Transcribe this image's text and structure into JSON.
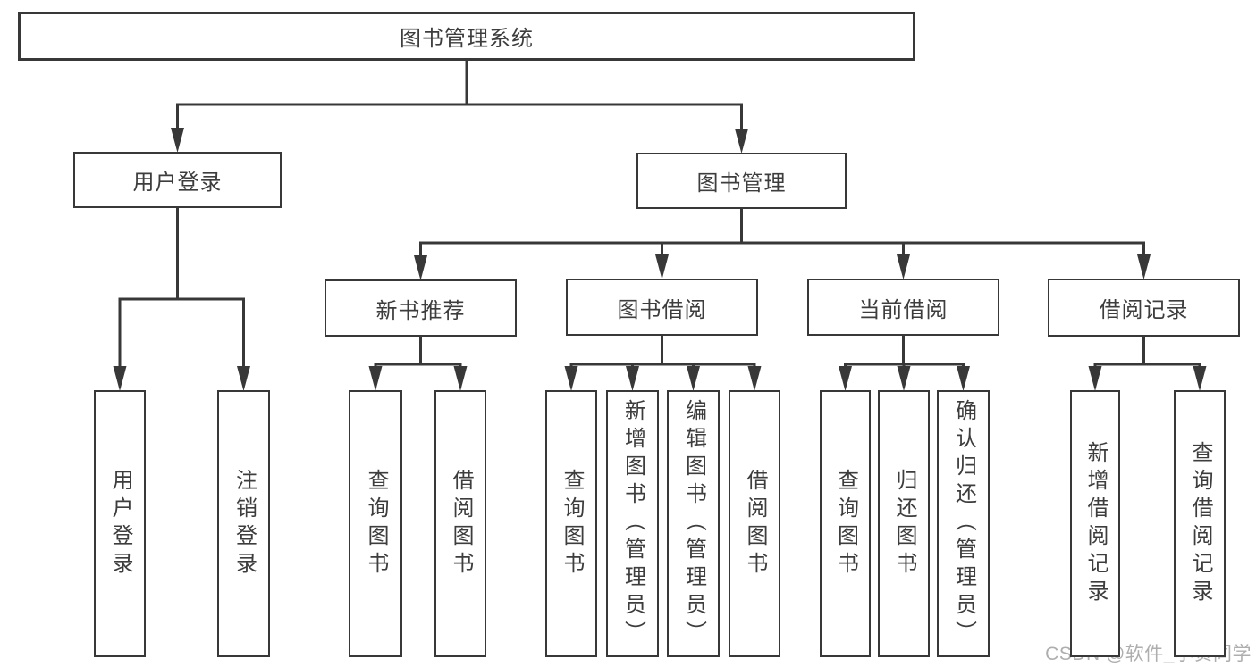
{
  "watermark": "CSDN @软件_小贺同学",
  "colors": {
    "line": "#383838",
    "text": "#3d3d3d",
    "watermark": "#aeaeae",
    "background": "#ffffff"
  },
  "tree": {
    "id": "library-management-system",
    "label": "图书管理系统",
    "children": [
      {
        "id": "user-login",
        "label": "用户登录",
        "children": [
          {
            "id": "user-login-action",
            "label": "用户登录"
          },
          {
            "id": "logout",
            "label": "注销登录"
          }
        ]
      },
      {
        "id": "book-management",
        "label": "图书管理",
        "children": [
          {
            "id": "new-book-recommend",
            "label": "新书推荐",
            "children": [
              {
                "id": "nb-query-books",
                "label": "查询图书"
              },
              {
                "id": "nb-borrow-books",
                "label": "借阅图书"
              }
            ]
          },
          {
            "id": "book-borrowing",
            "label": "图书借阅",
            "children": [
              {
                "id": "bb-query-books",
                "label": "查询图书"
              },
              {
                "id": "bb-add-books",
                "label": "新增图书（管理员）"
              },
              {
                "id": "bb-edit-books",
                "label": "编辑图书（管理员）"
              },
              {
                "id": "bb-borrow-books",
                "label": "借阅图书"
              }
            ]
          },
          {
            "id": "current-borrowing",
            "label": "当前借阅",
            "children": [
              {
                "id": "cb-query-books",
                "label": "查询图书"
              },
              {
                "id": "cb-return-books",
                "label": "归还图书"
              },
              {
                "id": "cb-confirm-return",
                "label": "确认归还（管理员）"
              }
            ]
          },
          {
            "id": "borrowing-records",
            "label": "借阅记录",
            "children": [
              {
                "id": "br-add-record",
                "label": "新增借阅记录"
              },
              {
                "id": "br-query-record",
                "label": "查询借阅记录"
              }
            ]
          }
        ]
      }
    ]
  }
}
